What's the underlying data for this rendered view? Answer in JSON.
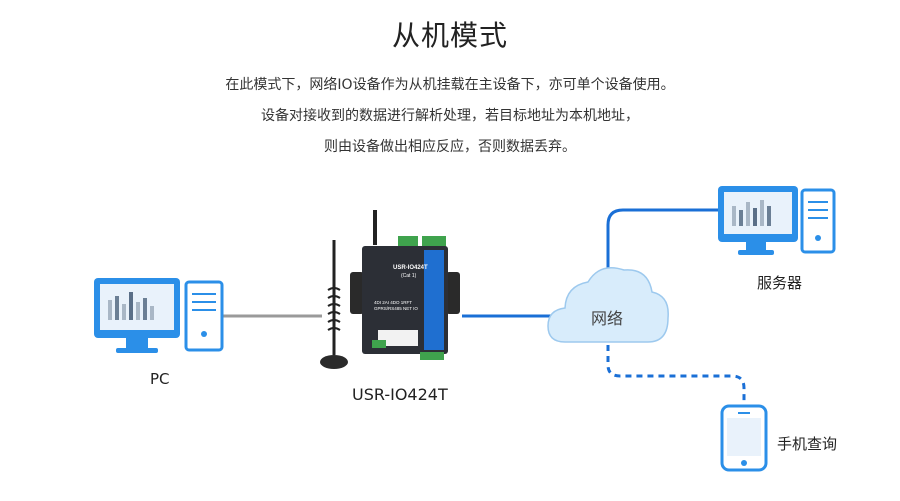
{
  "header": {
    "title": "从机模式",
    "lines": [
      "在此模式下，网络IO设备作为从机挂载在主设备下，亦可单个设备使用。",
      "设备对接收到的数据进行解析处理，若目标地址为本机地址，",
      "则由设备做出相应反应，否则数据丢弃。"
    ]
  },
  "nodes": {
    "pc": "PC",
    "device": "USR-IO424T",
    "network": "网络",
    "server": "服务器",
    "phone": "手机查询"
  },
  "device_face": {
    "brand": "USR-IO424T",
    "sub": "(Cat 1)",
    "spec1": "4DI 2AI 4DO 1RFT",
    "spec2": "GPRS/RS485 NET IO"
  },
  "colors": {
    "link": "#1a6fd6",
    "monitor": "#1e88e5",
    "gray_line": "#888888"
  }
}
